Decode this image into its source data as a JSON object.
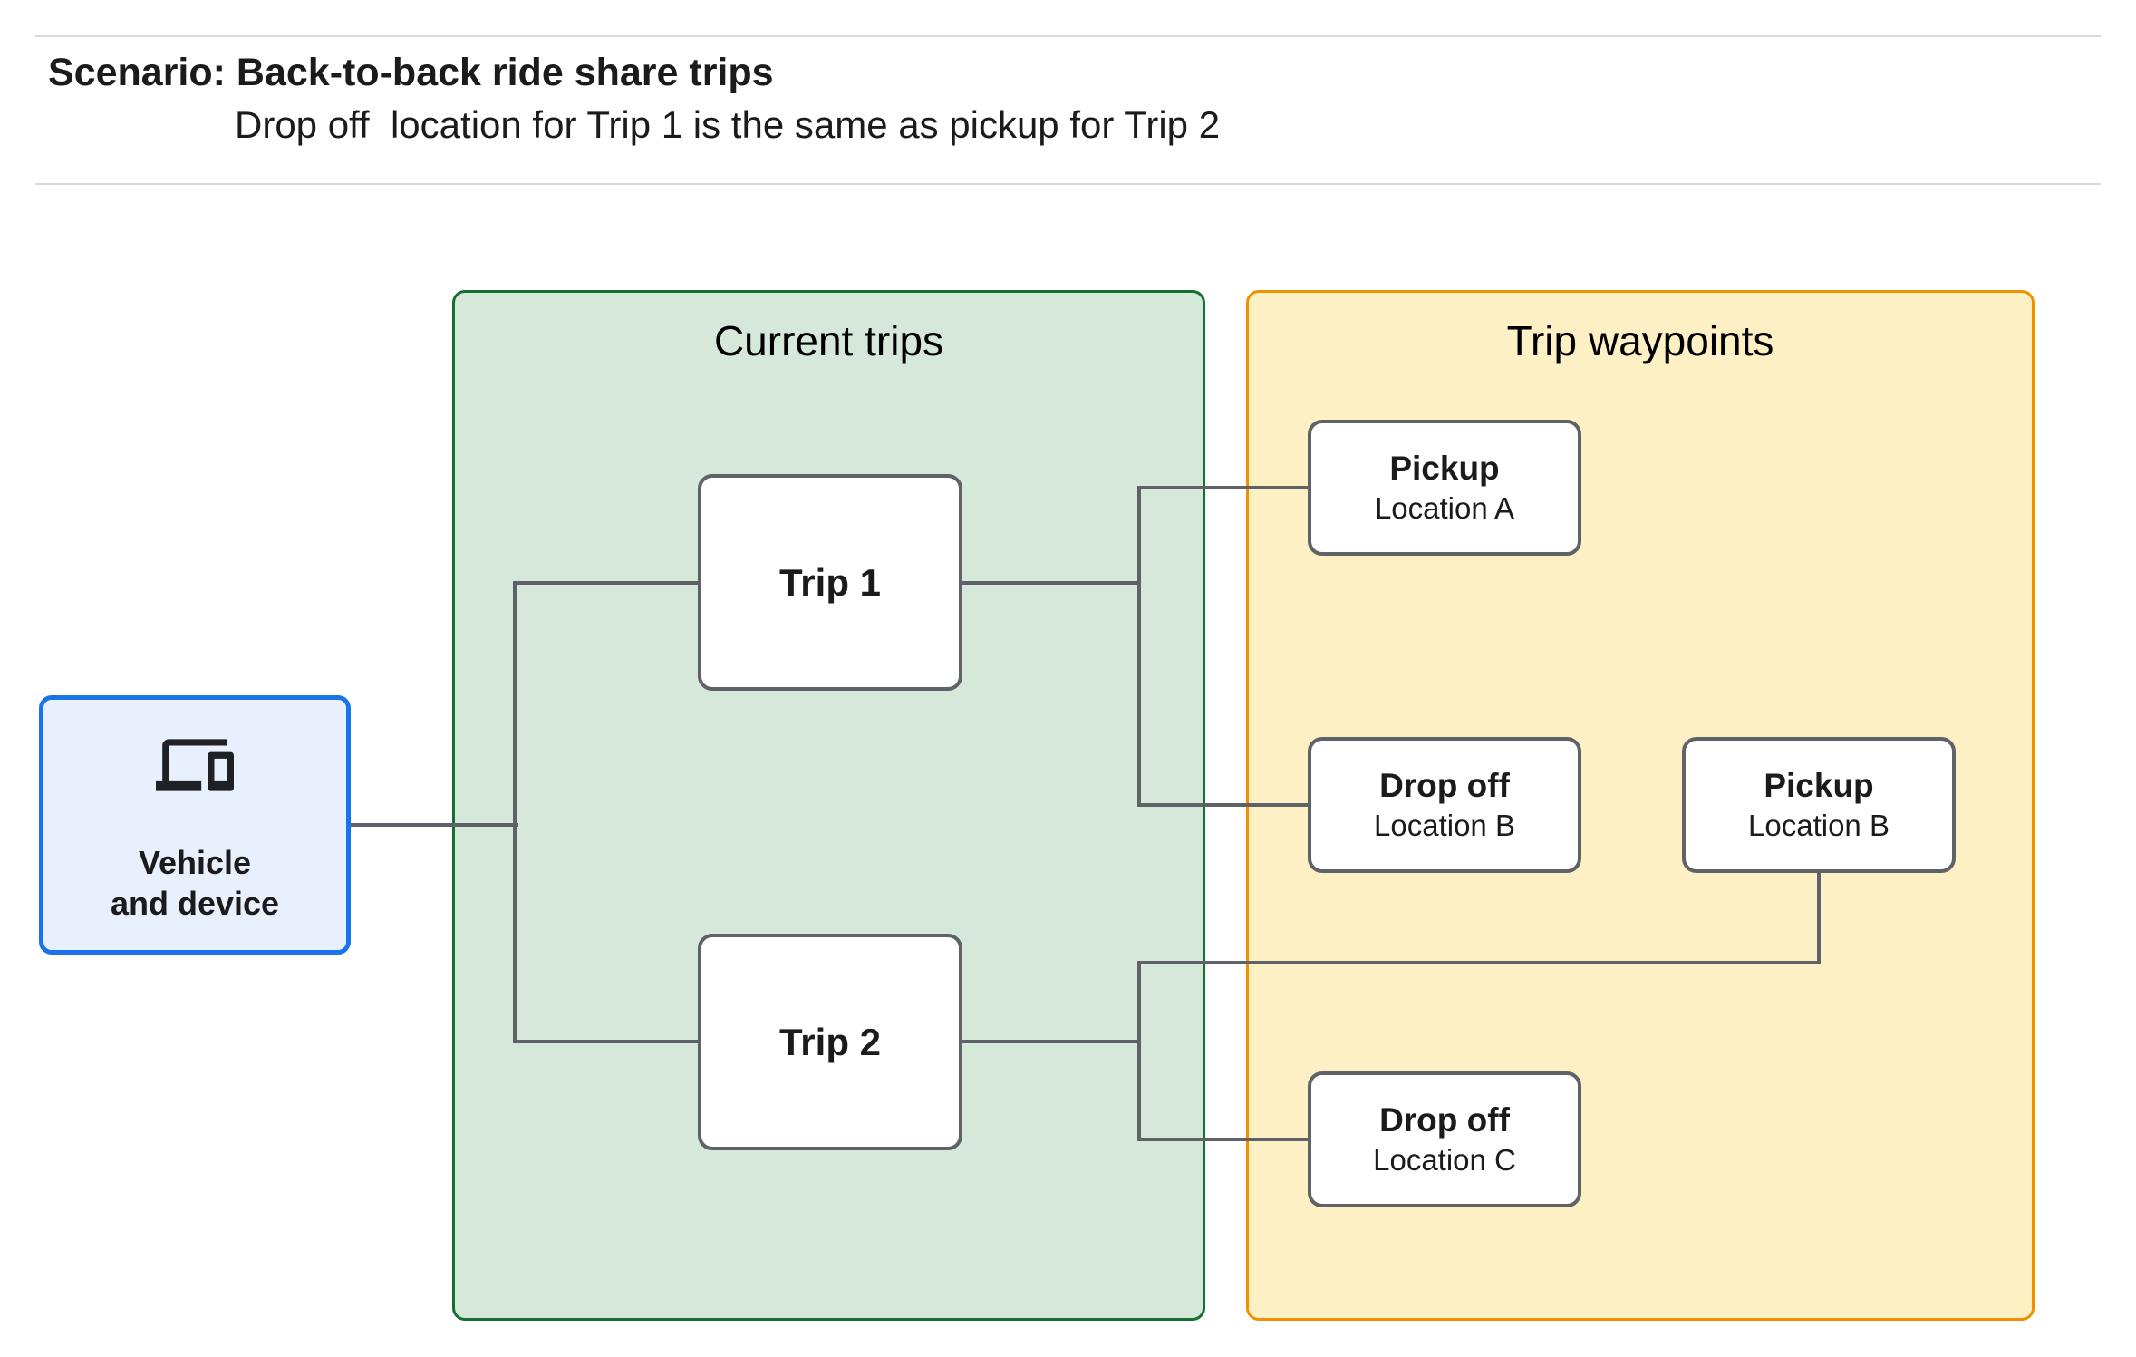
{
  "header": {
    "title": "Scenario: Back-to-back ride share trips",
    "subtitle": "Drop off  location for Trip 1 is the same as pickup for Trip 2"
  },
  "groups": {
    "current_trips": {
      "title": "Current trips"
    },
    "trip_waypoints": {
      "title": "Trip waypoints"
    }
  },
  "vehicle": {
    "icon": "devices-icon",
    "line1": "Vehicle",
    "line2": "and device"
  },
  "trips": [
    {
      "label": "Trip 1"
    },
    {
      "label": "Trip 2"
    }
  ],
  "waypoints": [
    {
      "title": "Pickup",
      "subtitle": "Location A"
    },
    {
      "title": "Drop off",
      "subtitle": "Location B"
    },
    {
      "title": "Pickup",
      "subtitle": "Location B"
    },
    {
      "title": "Drop off",
      "subtitle": "Location C"
    }
  ],
  "colors": {
    "green_container_fill": "#d5e8da",
    "green_container_border": "#157030",
    "yellow_container_fill": "#fdf0c5",
    "yellow_container_border": "#f29100",
    "node_border": "#5f6368",
    "connector": "#5f6368",
    "vehicle_fill": "#e8f0fe",
    "vehicle_border": "#1a73e8",
    "text": "#1b1b1b",
    "divider": "#d9d9d9"
  }
}
